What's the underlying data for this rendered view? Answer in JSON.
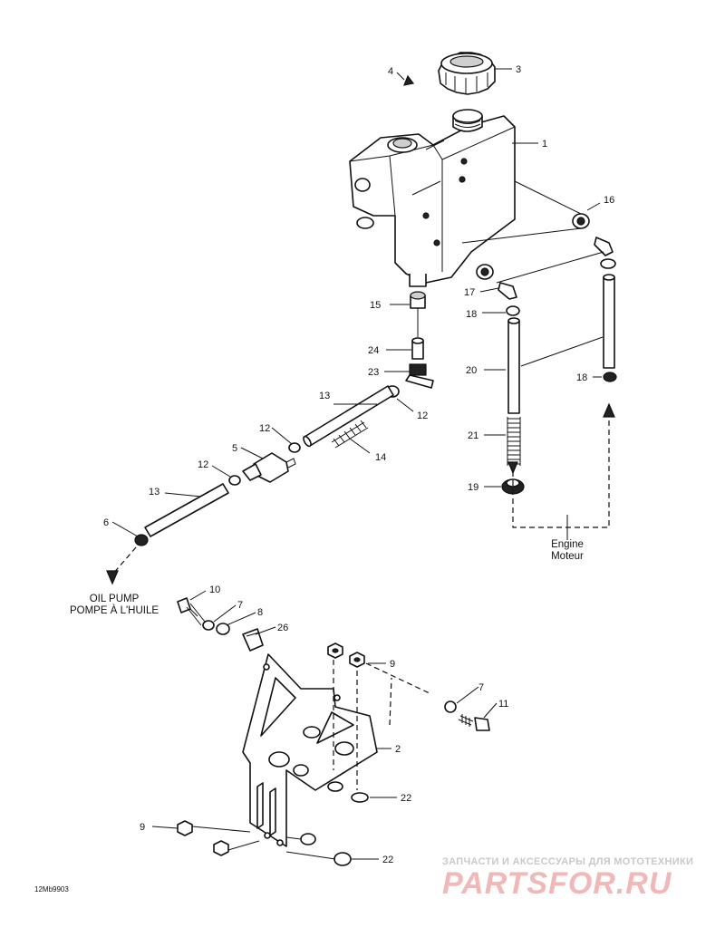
{
  "labels": {
    "l1": "1",
    "l2": "2",
    "l3": "3",
    "l4": "4",
    "l5": "5",
    "l6": "6",
    "l7a": "7",
    "l7b": "7",
    "l8": "8",
    "l9a": "9",
    "l9b": "9",
    "l10": "10",
    "l11": "11",
    "l12a": "12",
    "l12b": "12",
    "l12c": "12",
    "l13a": "13",
    "l13b": "13",
    "l14": "14",
    "l15": "15",
    "l16": "16",
    "l17": "17",
    "l18a": "18",
    "l18b": "18",
    "l19": "19",
    "l20": "20",
    "l21": "21",
    "l22a": "22",
    "l22b": "22",
    "l23": "23",
    "l24": "24",
    "l25": "26"
  },
  "captions": {
    "engine_en": "Engine",
    "engine_fr": "Moteur",
    "oilpump_en": "OIL PUMP",
    "oilpump_fr": "POMPE À L'HUILE"
  },
  "watermark": {
    "top": "ЗАПЧАСТИ И АКСЕССУАРЫ ДЛЯ МОТОТЕХНИКИ",
    "brand": "PARTSFOR.RU"
  },
  "drawing_code": "12Mb9903"
}
